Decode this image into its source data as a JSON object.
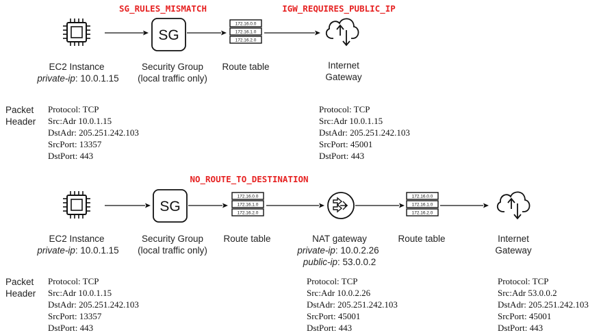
{
  "errors": {
    "sg_rules_mismatch": "SG_RULES_MISMATCH",
    "igw_requires_public_ip": "IGW_REQUIRES_PUBLIC_IP",
    "no_route_to_destination": "NO_ROUTE_TO_DESTINATION"
  },
  "side_label": {
    "line1": "Packet",
    "line2": "Header"
  },
  "sg_badge": "SG",
  "route_entries": [
    "172.16.0.0",
    "172.16.1.0",
    "172.16.2.0"
  ],
  "flow1": {
    "ec2": {
      "name": "EC2 Instance",
      "ip_key": "private-ip",
      "ip_value": ": 10.0.1.15"
    },
    "sg": {
      "line1": "Security Group",
      "line2": "(local traffic only)"
    },
    "route_table": "Route table",
    "igw": {
      "line1": "Internet",
      "line2": "Gateway"
    },
    "headers": [
      [
        "Protocol: TCP",
        "Src:Adr 10.0.1.15",
        "DstAdr: 205.251.242.103",
        "SrcPort: 13357",
        "DstPort: 443"
      ],
      [
        "Protocol: TCP",
        "Src:Adr 10.0.1.15",
        "DstAdr: 205.251.242.103",
        "SrcPort: 45001",
        "DstPort: 443"
      ]
    ]
  },
  "flow2": {
    "ec2": {
      "name": "EC2 Instance",
      "ip_key": "private-ip",
      "ip_value": ": 10.0.1.15"
    },
    "sg": {
      "line1": "Security Group",
      "line2": "(local traffic only)"
    },
    "route_table_1": "Route table",
    "nat": {
      "name": "NAT gateway",
      "private_key": "private-ip",
      "private_value": ": 10.0.2.26",
      "public_key": "public-ip",
      "public_value": ": 53.0.0.2"
    },
    "route_table_2": "Route table",
    "igw": {
      "line1": "Internet",
      "line2": "Gateway"
    },
    "headers": [
      [
        "Protocol: TCP",
        "Src:Adr 10.0.1.15",
        "DstAdr: 205.251.242.103",
        "SrcPort: 13357",
        "DstPort: 443"
      ],
      [
        "Protocol: TCP",
        "Src:Adr 10.0.2.26",
        "DstAdr: 205.251.242.103",
        "SrcPort: 45001",
        "DstPort: 443"
      ],
      [
        "Protocol: TCP",
        "Src:Adr 53.0.0.2",
        "DstAdr: 205.251.242.103",
        "SrcPort: 45001",
        "DstPort: 443"
      ]
    ]
  }
}
